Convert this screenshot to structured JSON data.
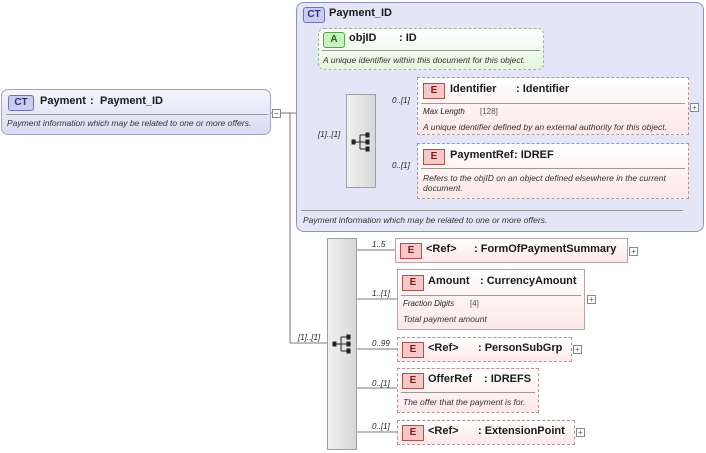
{
  "root": {
    "badge": "CT",
    "name": "Payment",
    "type": "Payment_ID",
    "desc": "Payment information which may be related to one or more offers."
  },
  "ct_box": {
    "badge": "CT",
    "title": "Payment_ID",
    "desc": "Payment information which may be related to one or more offers."
  },
  "attr": {
    "badge": "A",
    "name": "objID",
    "type": ": ID",
    "desc": "A unique identifier within this document for this object."
  },
  "identifier": {
    "badge": "E",
    "name": "Identifier",
    "type": ": Identifier",
    "facet_label": "Max Length",
    "facet_value": "[128]",
    "desc": "A unique identifier defined by an external authority for this object.",
    "card": "0..[1]"
  },
  "paymentref": {
    "badge": "E",
    "name": "PaymentRef",
    "type": ": IDREF",
    "desc": "Refers to the objID on an object defined elsewhere in the current document.",
    "card": "0..[1]"
  },
  "inner_seq_card": "[1]..[1]",
  "outer_seq_card": "[1]..[1]",
  "children": [
    {
      "badge": "E",
      "name": "<Ref>",
      "type": ": FormOfPaymentSummary",
      "card": "1..5"
    },
    {
      "badge": "E",
      "name": "Amount",
      "type": ": CurrencyAmount",
      "facet_label": "Fraction Digits",
      "facet_value": "[4]",
      "desc": "Total payment amount",
      "card": "1..[1]"
    },
    {
      "badge": "E",
      "name": "<Ref>",
      "type": ": PersonSubGrp",
      "card": "0..99"
    },
    {
      "badge": "E",
      "name": "OfferRef",
      "type": ": IDREFS",
      "desc": "The offer that the payment is for.",
      "card": "0..[1]"
    },
    {
      "badge": "E",
      "name": "<Ref>",
      "type": ": ExtensionPoint",
      "card": "0..[1]"
    }
  ],
  "colors": {
    "ct_fill": "#e4e6f8",
    "ct_border": "#8c90c4",
    "elem_fill": "#fde7e7",
    "attr_fill": "#e8f8e3"
  }
}
